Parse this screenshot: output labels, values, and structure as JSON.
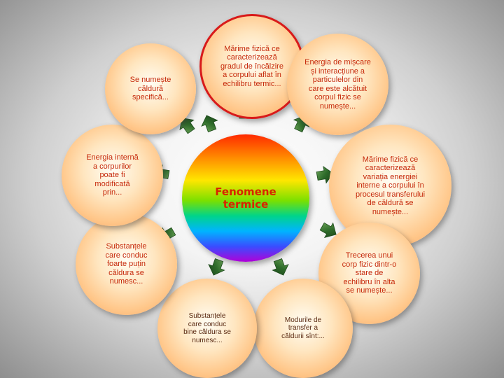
{
  "center": {
    "title": "Fenomene\ntermice"
  },
  "nodes": [
    {
      "key": "temperatura",
      "text": "Mărime fizică ce\ncaracterizează\ngradul de încălzire\na corpului aflat în\nechilibru termic..."
    },
    {
      "key": "energie-interna",
      "text": "Energia de mișcare\nși interacțiune a\nparticulelor din\ncare este alcătuit\ncorpul fizic se\nnumește..."
    },
    {
      "key": "caldura",
      "text": "Mărime fizică ce\ncaracterizează\nvariația energiei\ninterne a corpului în\nprocesul transferului\nde căldură se\nnumește..."
    },
    {
      "key": "echilibru",
      "text": "Trecerea unui\ncorp fizic dintr-o\nstare de\nechilibru în alta\nse numește..."
    },
    {
      "key": "moduri-transfer",
      "text": "Modurile de\ntransfer a\ncăldurii sînt:..."
    },
    {
      "key": "conductori",
      "text": "Substanțele\ncare conduc\nbine căldura se\nnumesc..."
    },
    {
      "key": "izolatori",
      "text": "Substanțele\ncare conduc\nfoarte puțin\ncăldura se\nnumesc..."
    },
    {
      "key": "variatie-energie",
      "text": "Energia internă\na corpurilor\npoate fi\nmodificată\nprin..."
    },
    {
      "key": "caldura-specifica",
      "text": "Se numește\ncăldură\nspecifică..."
    }
  ],
  "colors": {
    "node_text": "#c62a0c",
    "node_text_dark": "#5a2a12",
    "highlight_border": "#d81a1a",
    "arrow": "#2e6b2a"
  }
}
